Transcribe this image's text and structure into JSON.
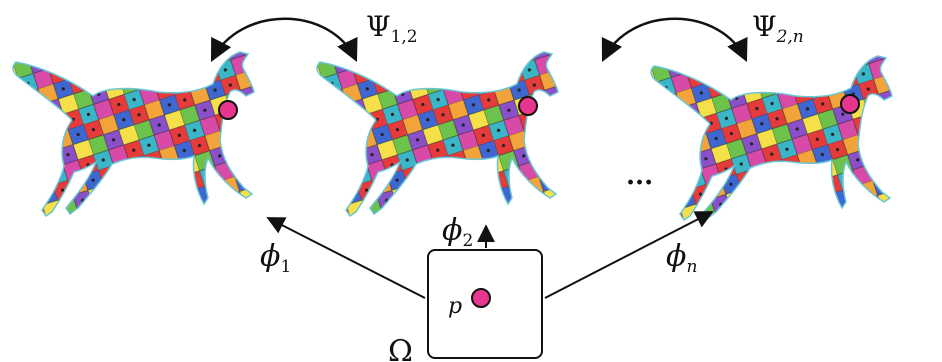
{
  "diagram": {
    "domain_label": "Ω",
    "point_label": "p",
    "ellipsis": "...",
    "maps": [
      {
        "symbol": "ϕ",
        "subscript": "1"
      },
      {
        "symbol": "ϕ",
        "subscript": "2"
      },
      {
        "symbol": "ϕ",
        "subscript": "n"
      }
    ],
    "correspondences": [
      {
        "symbol": "Ψ",
        "subscript": "1,2"
      },
      {
        "symbol": "Ψ",
        "subscript": "2,n"
      }
    ],
    "point_color": "#e8358e",
    "shape_palette": [
      "#e63b3b",
      "#f2a33a",
      "#f5e04a",
      "#6cc24a",
      "#3bb6c9",
      "#3f67d1",
      "#8a4fc9",
      "#d84aa8"
    ]
  }
}
